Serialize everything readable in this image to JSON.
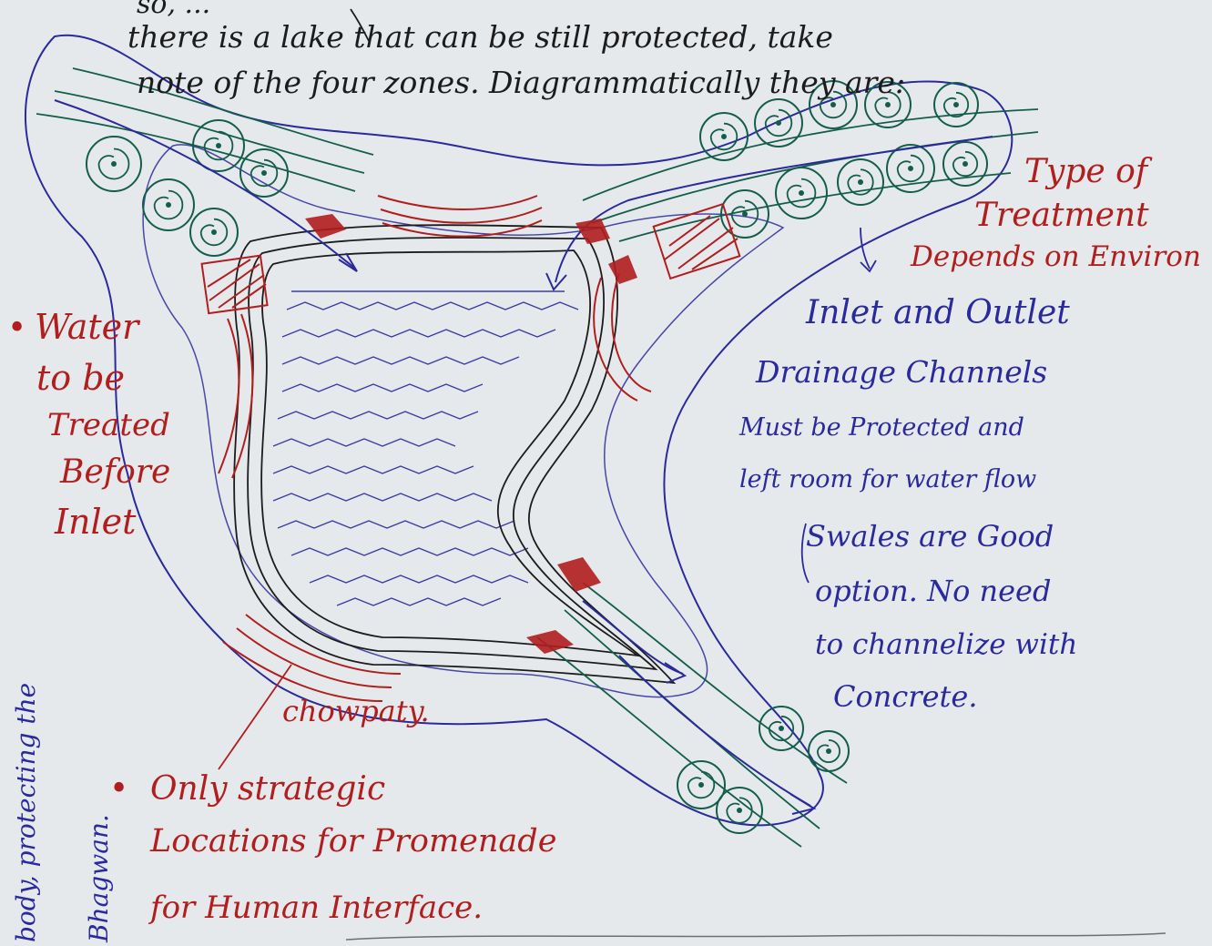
{
  "colors": {
    "paper": "#e6e9ec",
    "black_ink": "#1c1c1c",
    "blue_ink": "#2a2a9c",
    "red_ink": "#b01e1e",
    "green_ink": "#135e4a"
  },
  "top_note": {
    "line0": "so, ...",
    "line1": "there is a lake that can be still protected, take",
    "line2": "note of the four zones. Diagrammatically they are:"
  },
  "left_note": {
    "bullet": "•",
    "lines": [
      "Water",
      "to be",
      "Treated",
      "Before",
      "Inlet"
    ]
  },
  "right_red_note": {
    "lines": [
      "Type of",
      "Treatment",
      "Depends on Environ"
    ]
  },
  "right_blue_note": {
    "lines": [
      "Inlet and Outlet",
      "Drainage Channels",
      "Must be Protected and",
      "left room for water flow",
      "Swales are Good",
      "option. No need",
      "to channelize with",
      "Concrete."
    ]
  },
  "chowpaty_label": "chowpaty.",
  "bottom_note": {
    "bullet": "•",
    "lines": [
      "Only strategic",
      "Locations for Promenade",
      "for Human Interface."
    ]
  },
  "margin_note": {
    "line1": "body, protecting the",
    "line2": "Bhagwan."
  },
  "icons": {
    "tree": "tree-icon",
    "arrow": "arrow-icon"
  }
}
